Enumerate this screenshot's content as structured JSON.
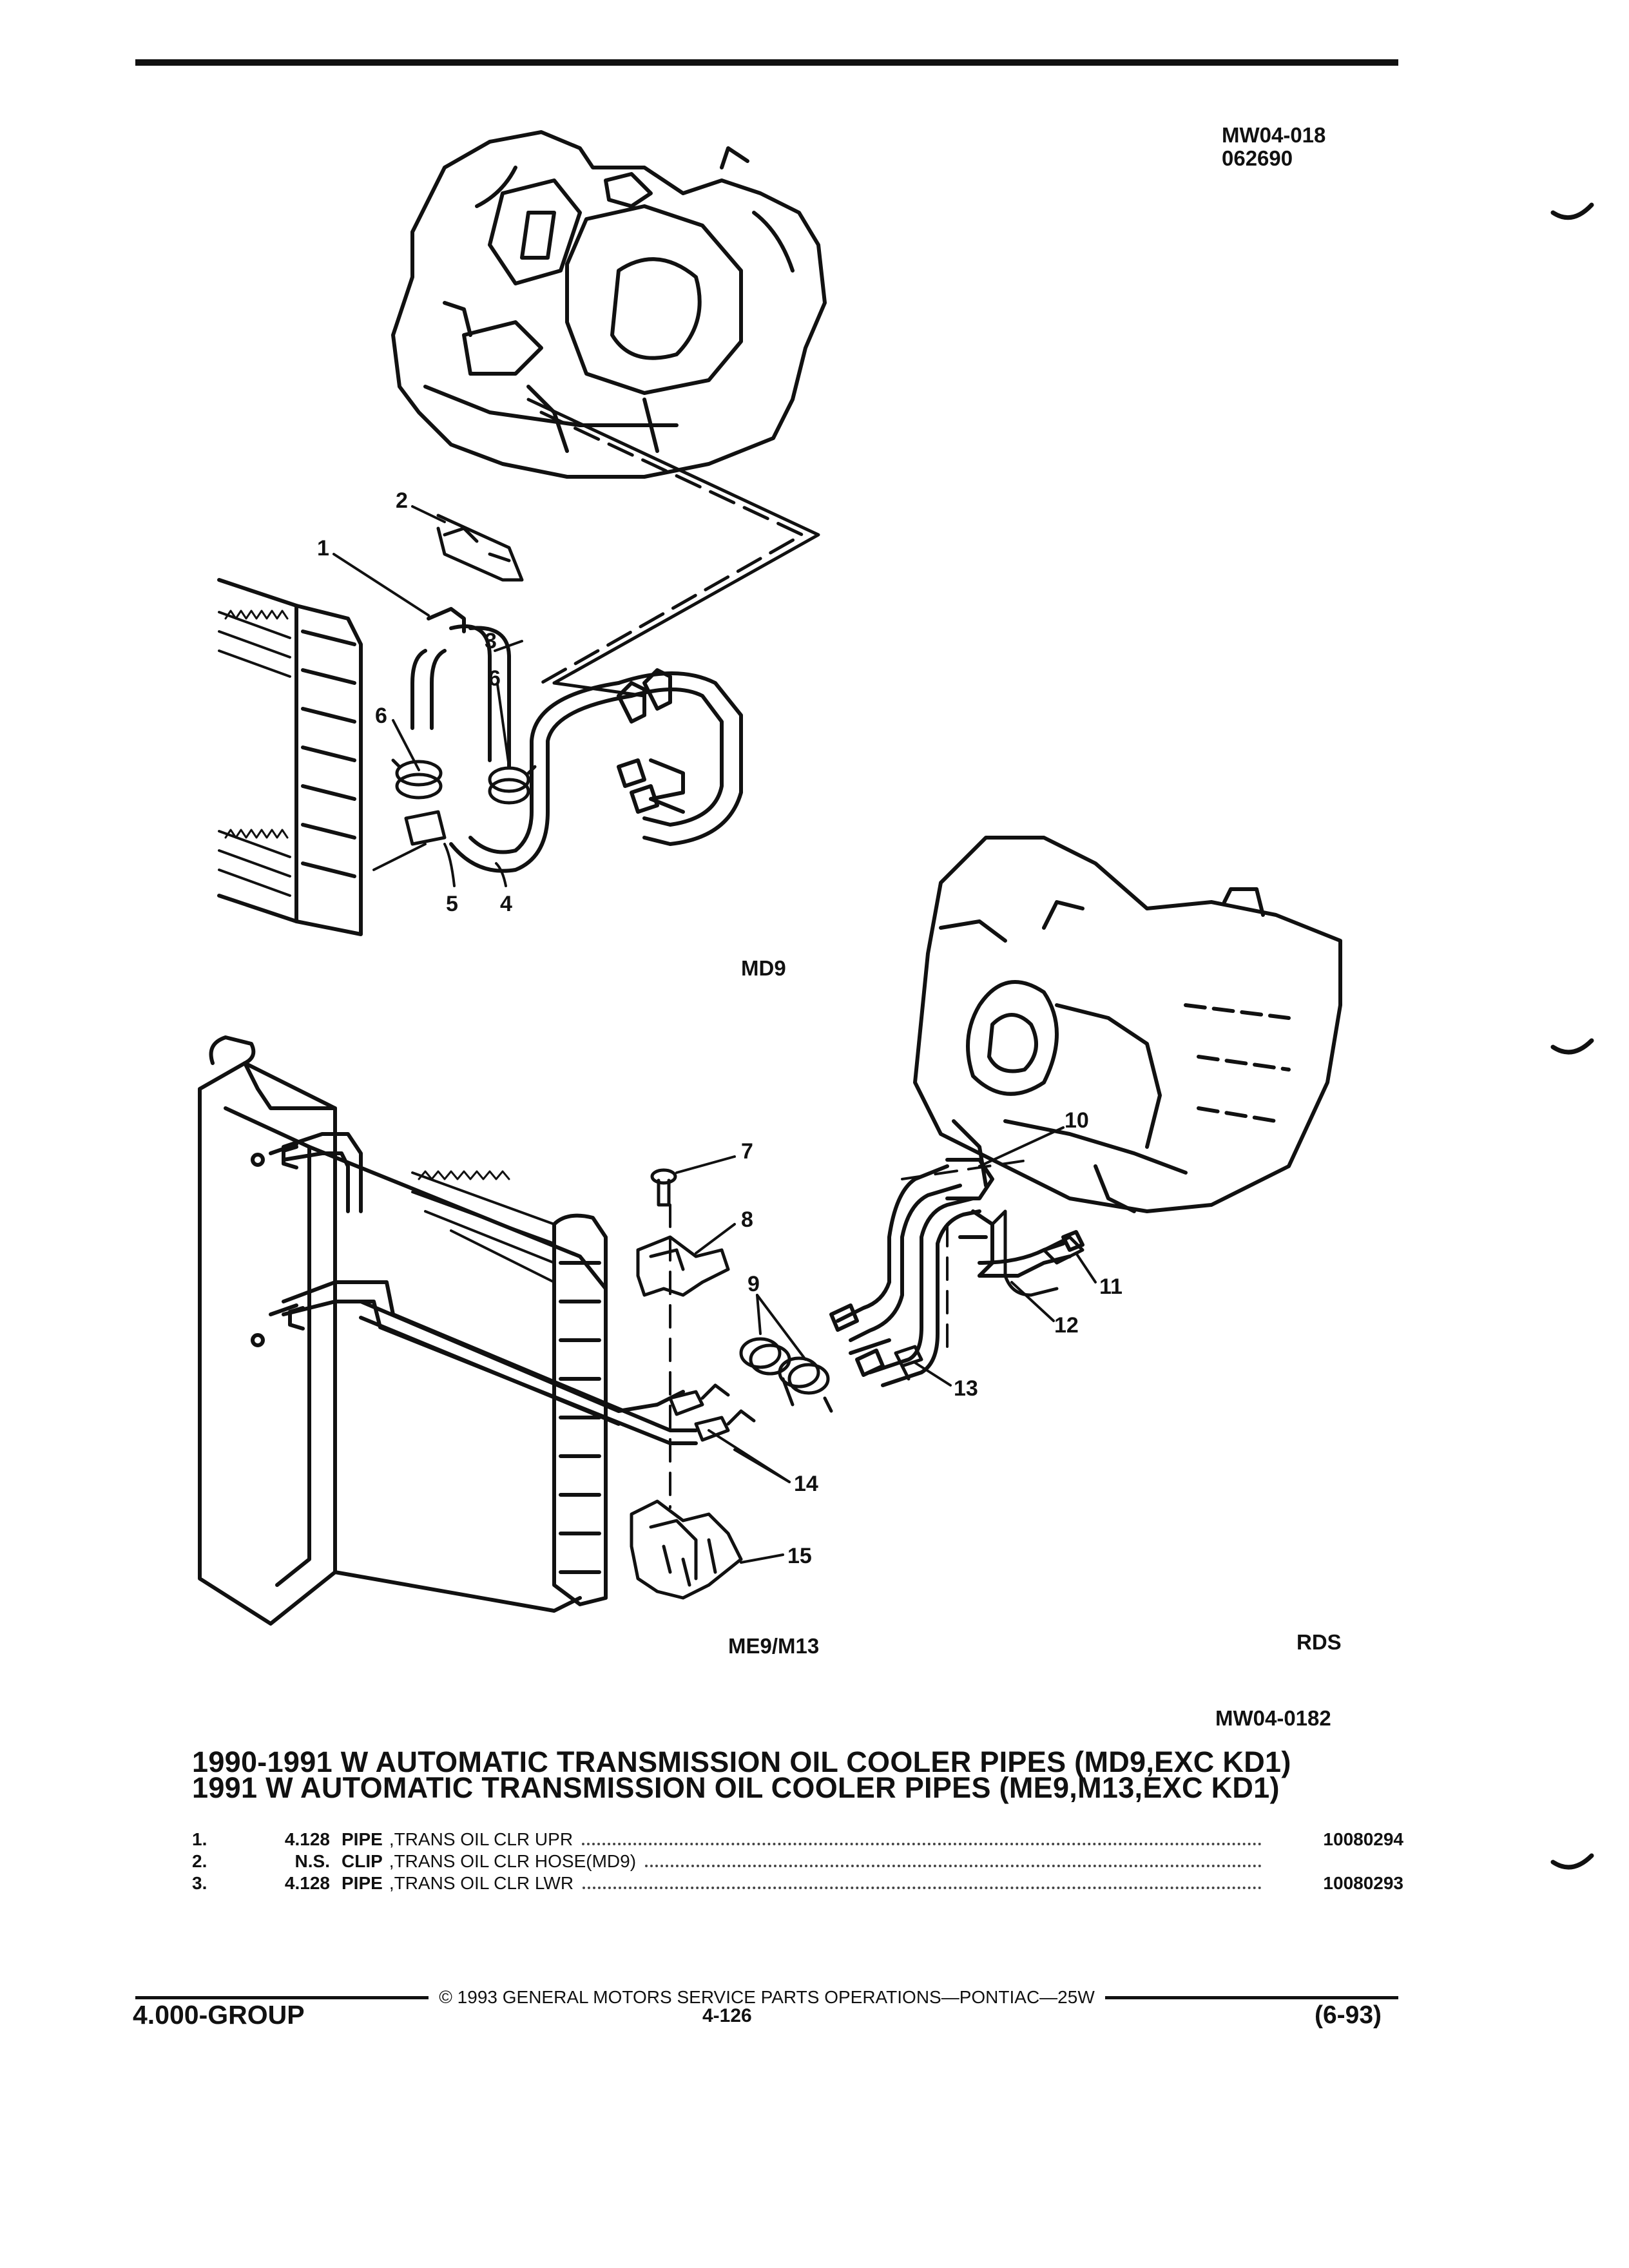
{
  "diagram_ids": [
    "MW04-018",
    "062690"
  ],
  "callouts": [
    "1",
    "2",
    "3",
    "4",
    "5",
    "6",
    "6",
    "7",
    "8",
    "9",
    "10",
    "11",
    "12",
    "13",
    "14",
    "15"
  ],
  "captions": {
    "top": "MD9",
    "bottom_left": "ME9/M13",
    "bottom_right": "RDS",
    "bottom_id": "MW04-0182"
  },
  "titles": [
    "1990-1991 W AUTOMATIC TRANSMISSION OIL COOLER PIPES (MD9,EXC KD1)",
    "1991 W AUTOMATIC TRANSMISSION OIL COOLER PIPES (ME9,M13,EXC KD1)"
  ],
  "parts": [
    {
      "num": "1.",
      "code": "4.128",
      "name": "PIPE",
      "desc": ",TRANS OIL CLR UPR",
      "part_no": "10080294"
    },
    {
      "num": "2.",
      "code": "N.S.",
      "name": "CLIP",
      "desc": ",TRANS OIL CLR HOSE(MD9)",
      "part_no": ""
    },
    {
      "num": "3.",
      "code": "4.128",
      "name": "PIPE",
      "desc": ",TRANS OIL CLR LWR",
      "part_no": "10080293"
    }
  ],
  "footer": {
    "copyright": "© 1993 GENERAL MOTORS SERVICE PARTS OPERATIONS—PONTIAC—25W",
    "group": "4.000-GROUP",
    "page": "4-126",
    "date": "(6-93)"
  }
}
